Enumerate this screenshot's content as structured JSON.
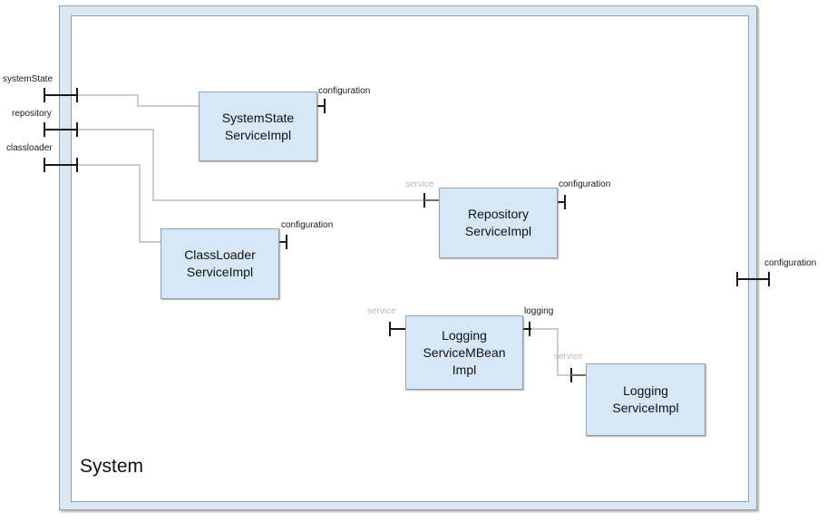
{
  "diagram": {
    "type": "uml-component-structure",
    "title": "System",
    "frame_ports": [
      {
        "label": "systemState",
        "side": "left"
      },
      {
        "label": "repository",
        "side": "left"
      },
      {
        "label": "classloader",
        "side": "left"
      },
      {
        "label": "configuration",
        "side": "right"
      }
    ],
    "components": [
      {
        "name": "SystemStateServiceImpl",
        "lines": [
          "SystemState",
          "ServiceImpl"
        ],
        "ports": {
          "right": "configuration"
        }
      },
      {
        "name": "RepositoryServiceImpl",
        "lines": [
          "Repository",
          "ServiceImpl"
        ],
        "ports": {
          "left": "service",
          "right": "configuration"
        }
      },
      {
        "name": "ClassLoaderServiceImpl",
        "lines": [
          "ClassLoader",
          "ServiceImpl"
        ],
        "ports": {
          "right": "configuration"
        }
      },
      {
        "name": "LoggingServiceMBeanImpl",
        "lines": [
          "Logging",
          "ServiceMBean",
          "Impl"
        ],
        "ports": {
          "left": "service",
          "right": "logging"
        }
      },
      {
        "name": "LoggingServiceImpl",
        "lines": [
          "Logging",
          "ServiceImpl"
        ],
        "ports": {
          "left": "service"
        }
      }
    ],
    "connections": [
      {
        "from": "System.systemState",
        "to": "SystemStateServiceImpl"
      },
      {
        "from": "System.repository",
        "to": "RepositoryServiceImpl.service"
      },
      {
        "from": "System.classloader",
        "to": "ClassLoaderServiceImpl"
      },
      {
        "from": "LoggingServiceMBeanImpl.logging",
        "to": "LoggingServiceImpl.service"
      }
    ],
    "colors": {
      "component_fill": "#d6e8f7",
      "frame_band_fill": "#dbe7f2",
      "border_gray": "#989ea4",
      "port_black": "#1a1a1a",
      "connector_gray": "#cdcdcd",
      "muted_label_gray": "#b8b8b8"
    }
  }
}
